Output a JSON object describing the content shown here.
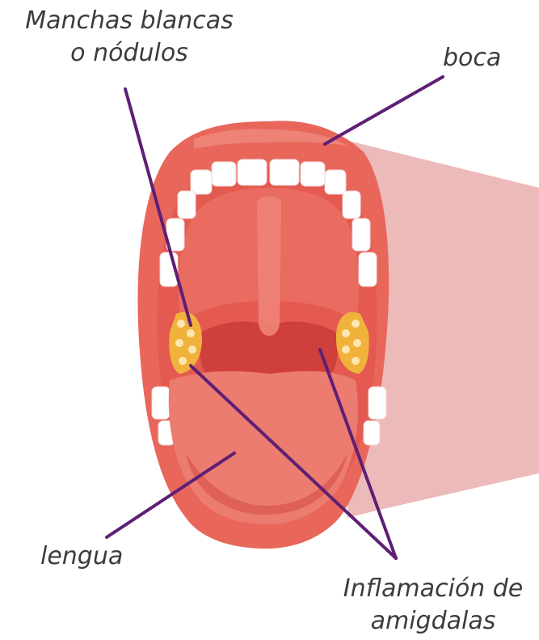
{
  "labels": {
    "manchas_line1": "Manchas blancas",
    "manchas_line2": "o nódulos",
    "boca": "boca",
    "lengua": "lengua",
    "inflamacion_line1": "Inflamación de",
    "inflamacion_line2": "amigdalas"
  },
  "colors": {
    "lip": "#e8665a",
    "lip_highlight": "#f08a7e",
    "mouth_interior": "#e45a50",
    "throat": "#cf3f3b",
    "tongue": "#ec7b70",
    "teeth": "#ffffff",
    "tonsil": "#f0b23a",
    "leader_line": "#5e1f75",
    "zoom_cone": "#e7a3a3"
  }
}
